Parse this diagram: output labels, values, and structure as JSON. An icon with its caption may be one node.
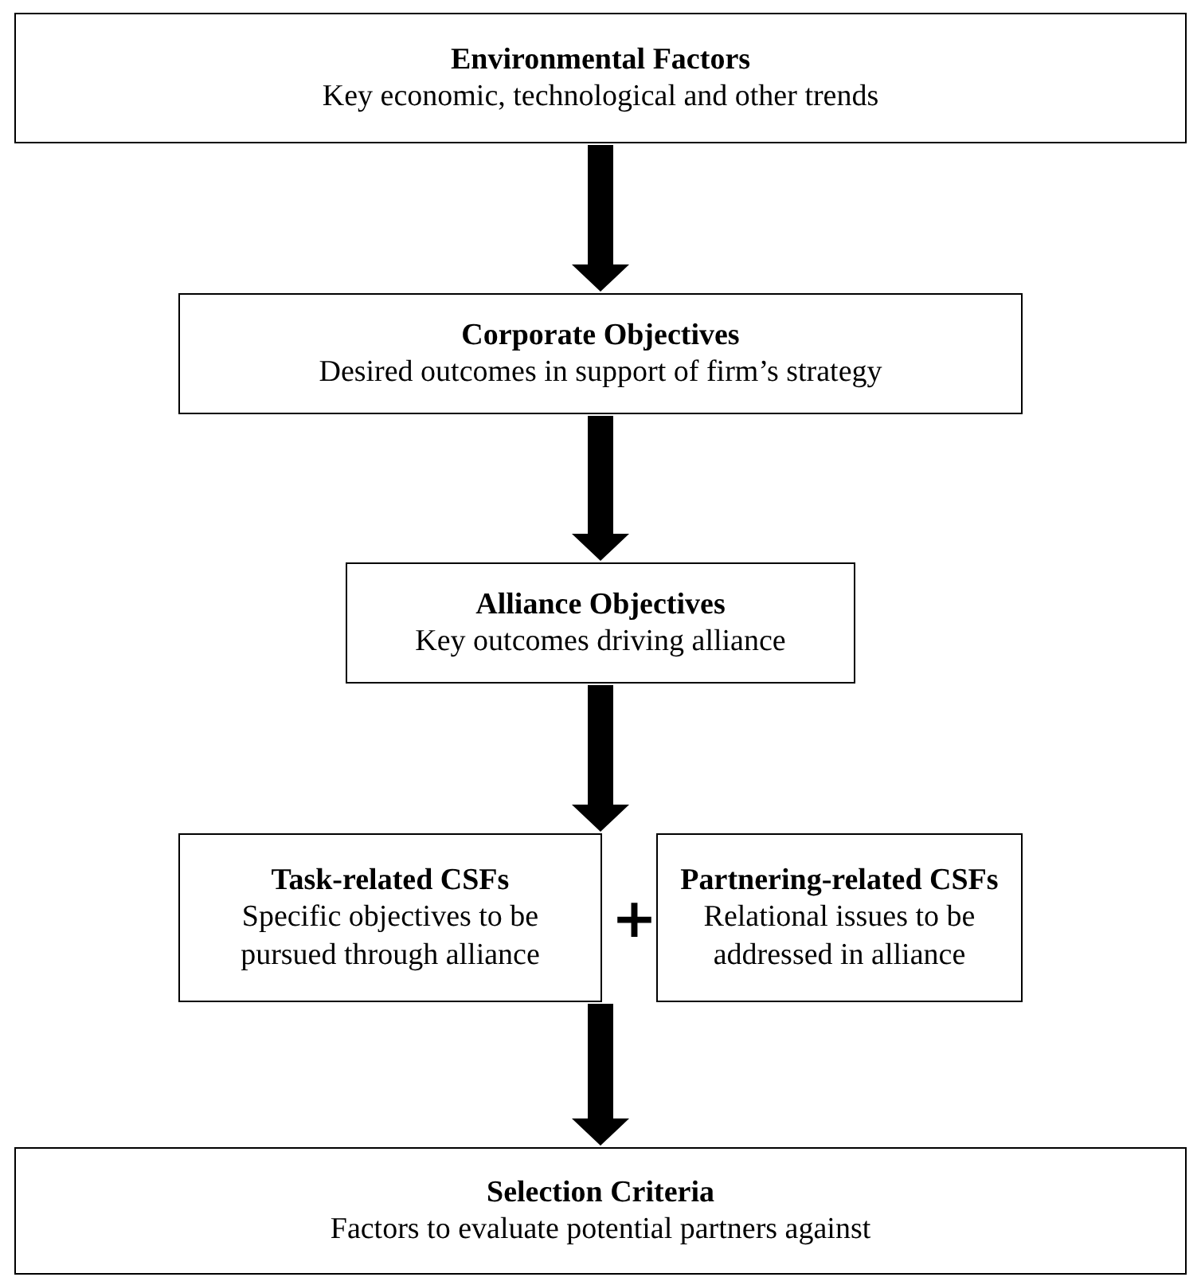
{
  "diagram": {
    "nodes": [
      {
        "text": [
          "Environmental Factors",
          "Key economic, technological and other trends"
        ]
      },
      {
        "text": [
          "Corporate Objectives",
          "Desired outcomes in support of firm’s strategy"
        ]
      },
      {
        "text": [
          "Alliance Objectives",
          "Key outcomes driving alliance"
        ]
      },
      {
        "text": [
          "Task-related CSFs",
          "Specific objectives  to be pursued through alliance"
        ]
      },
      {
        "text": [
          "Partnering-related CSFs",
          "Relational issues to be addressed in alliance"
        ]
      },
      {
        "text": [
          "Selection Criteria",
          "Factors to evaluate potential partners against"
        ]
      }
    ],
    "edges": [
      {
        "from": 0,
        "to": 1,
        "arrow": "to"
      },
      {
        "from": 1,
        "to": 2,
        "arrow": "to"
      },
      {
        "from": 2,
        "to": 3,
        "arrow": "to"
      },
      {
        "from": 2,
        "to": 4,
        "arrow": "to"
      },
      {
        "from": 3,
        "to": 5,
        "arrow": "to"
      },
      {
        "from": 4,
        "to": 5,
        "arrow": "to"
      }
    ],
    "labels": [
      "+"
    ]
  }
}
